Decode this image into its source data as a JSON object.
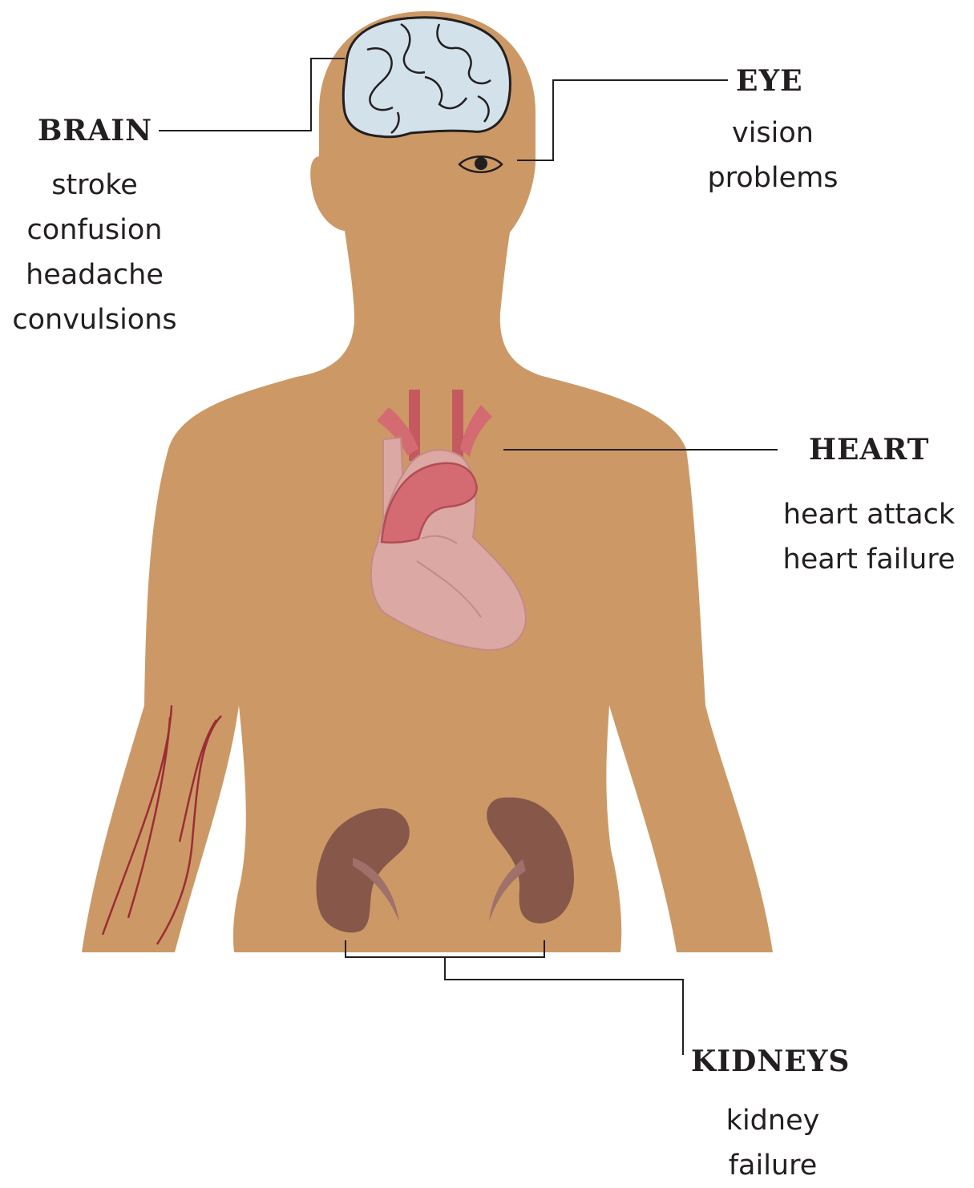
{
  "colors": {
    "skin": "#cc9966",
    "brain_fill": "#d3e1ea",
    "heart_light": "#dca8a4",
    "heart_dark": "#d46a72",
    "vessel": "#c45a5f",
    "kidney": "#87574a",
    "vein": "#9b2c35",
    "line": "#231f20"
  },
  "organs": [
    {
      "id": "brain",
      "label": "BRAIN",
      "effects": [
        "stroke",
        "confusion",
        "headache",
        "convulsions"
      ]
    },
    {
      "id": "eye",
      "label": "EYE",
      "effects": [
        "vision",
        "problems"
      ]
    },
    {
      "id": "heart",
      "label": "HEART",
      "effects": [
        "heart attack",
        "heart failure"
      ]
    },
    {
      "id": "kidneys",
      "label": "KIDNEYS",
      "effects": [
        "kidney",
        "failure"
      ]
    }
  ]
}
